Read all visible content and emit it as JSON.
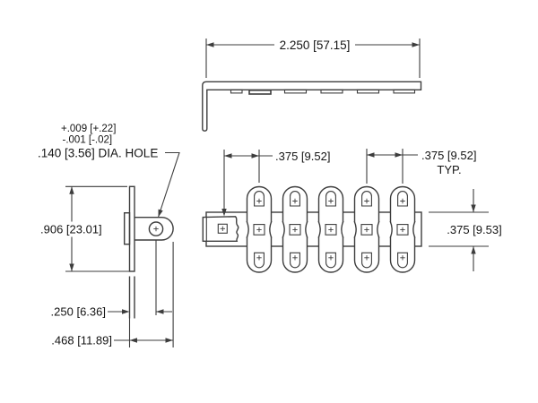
{
  "drawing": {
    "title": "terminal strip dimensional drawing",
    "colors": {
      "line": "#3d3d3d",
      "text": "#141414",
      "background": "#ffffff"
    },
    "top_view": {
      "length_dim": "2.250 [57.15]"
    },
    "side_view": {
      "tolerance_plus": "+.009 [+.22]",
      "tolerance_minus": "-.001 [-.02]",
      "hole_label": ".140 [3.56] DIA. HOLE",
      "height_dim": ".906 [23.01]",
      "hole_offset_dim": ".250 [6.36]",
      "tab_length_dim": ".468 [11.89]"
    },
    "front_view": {
      "terminal_count": 5,
      "pitch_dim_first": ".375 [9.52]",
      "pitch_dim_typ": ".375 [9.52]",
      "typ_label": "TYP.",
      "strip_height_dim": ".375 [9.53]"
    }
  }
}
